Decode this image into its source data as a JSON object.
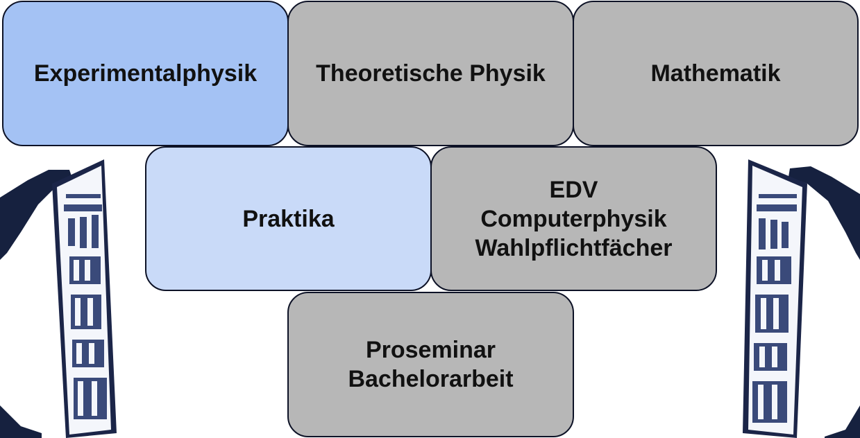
{
  "tiles": {
    "experimentalphysik": {
      "lines": [
        "Experimentalphysik"
      ]
    },
    "theoretische_physik": {
      "lines": [
        "Theoretische Physik"
      ]
    },
    "mathematik": {
      "lines": [
        "Mathematik"
      ]
    },
    "praktika": {
      "lines": [
        "Praktika"
      ]
    },
    "edv": {
      "lines": [
        "EDV",
        "Computerphysik",
        "Wahlpflichtfächer"
      ]
    },
    "proseminar": {
      "lines": [
        "Proseminar",
        "Bachelorarbeit"
      ]
    }
  },
  "colors": {
    "experimentalphysik": "#a4c2f4",
    "praktika": "#c9daf8",
    "grey_tiles": "#b7b7b7",
    "border": "#0d1226",
    "figure": "#16213f"
  },
  "decorations": {
    "left_image": "person-holding-study-plan-poster",
    "right_image": "person-holding-study-plan-poster"
  }
}
